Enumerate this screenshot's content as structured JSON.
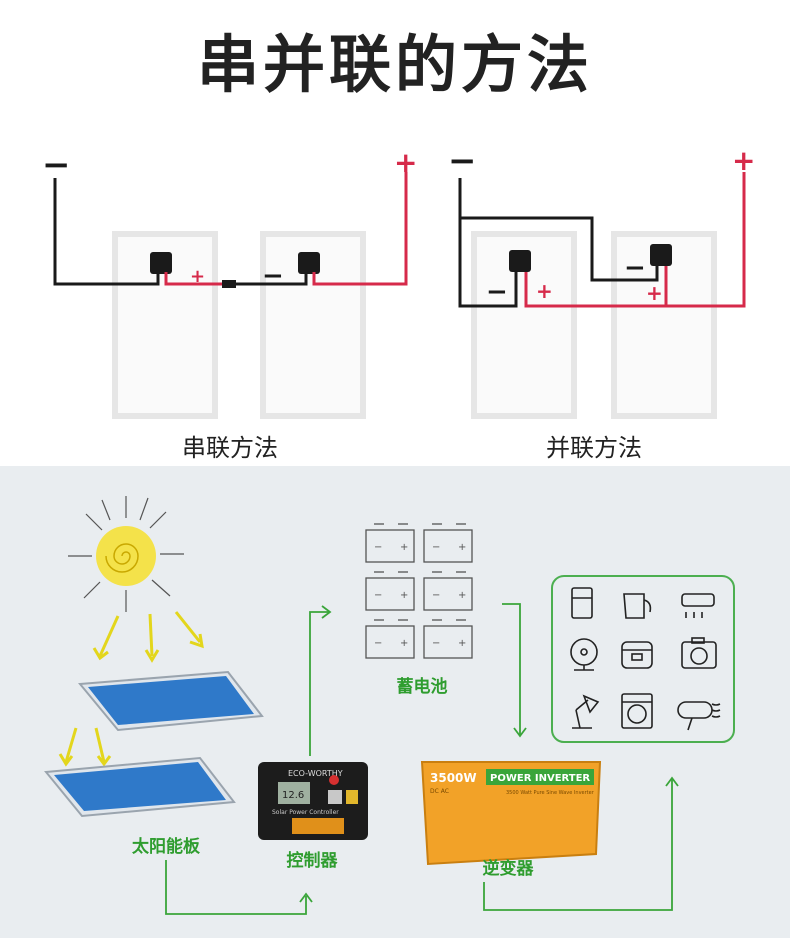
{
  "title": "串并联的方法",
  "series_label": "串联方法",
  "parallel_label": "并联方法",
  "plus": "+",
  "minus": "−",
  "components": {
    "solar_panel": "太阳能板",
    "controller": "控制器",
    "battery": "蓄电池",
    "inverter": "逆变器"
  },
  "controller_brand": "ECO-WORTHY",
  "controller_model": "Solar Power Controller",
  "controller_display": "12.6",
  "inverter_power": "3500W",
  "inverter_name": "POWER INVERTER",
  "inverter_sub": "DC AC",
  "inverter_desc": "3500 Watt Pure Sine Wave Inverter",
  "colors": {
    "green": "#2f9d2f",
    "red": "#d62a4a",
    "panel_blue": "#2f79c9",
    "inverter_orange": "#f2a228",
    "sun": "#f4e24a"
  },
  "appliance_icons": [
    "fridge-icon",
    "kettle-icon",
    "air-conditioner-icon",
    "fan-icon",
    "rice-cooker-icon",
    "camera-icon",
    "desk-lamp-icon",
    "washing-machine-icon",
    "hair-dryer-icon"
  ]
}
